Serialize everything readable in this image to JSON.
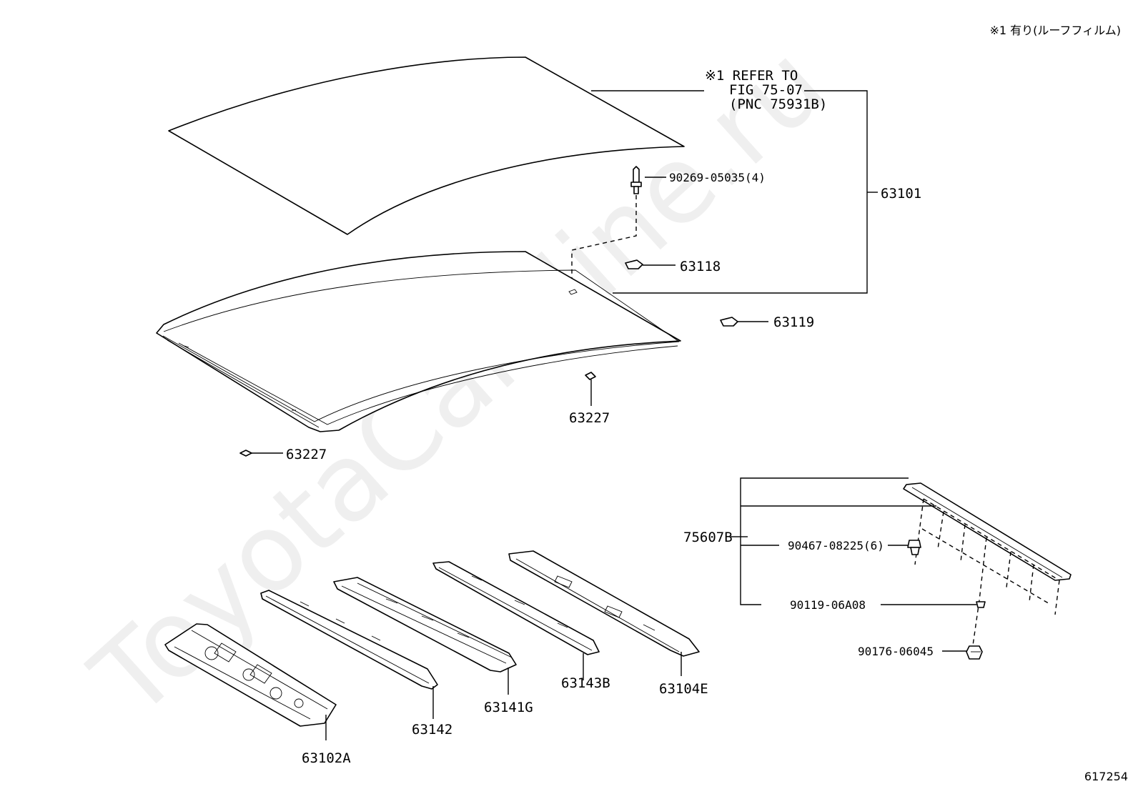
{
  "header_note": "※1 有り(ルーフフィルム)",
  "footer_id": "617254",
  "watermark": "ToyotaCarMine.ru",
  "refer_note": {
    "line1": "※1 REFER TO",
    "line2": "FIG 75-07",
    "line3": "(PNC 75931B)"
  },
  "callouts": {
    "p63101": "63101",
    "p90269": "90269-05035(4)",
    "p63118": "63118",
    "p63119": "63119",
    "p63227_a": "63227",
    "p63227_b": "63227",
    "p75607B": "75607B",
    "p90467": "90467-08225(6)",
    "p90119": "90119-06A08",
    "p90176": "90176-06045",
    "p63102A": "63102A",
    "p63142": "63142",
    "p63141G": "63141G",
    "p63143B": "63143B",
    "p63104E": "63104E"
  }
}
